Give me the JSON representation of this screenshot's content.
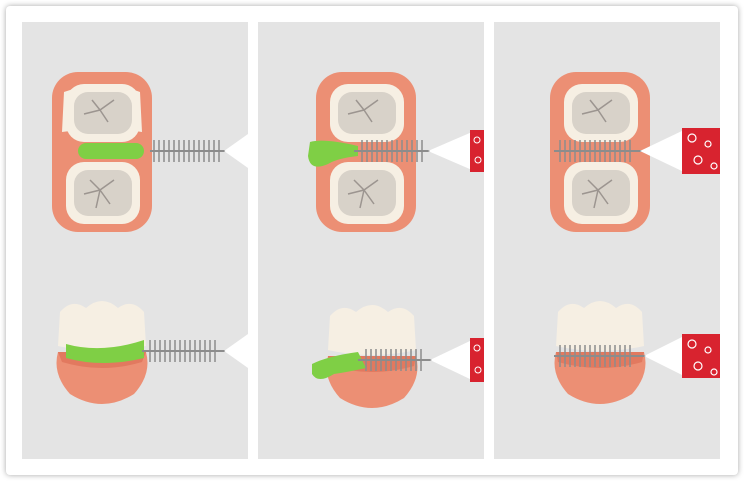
{
  "diagram": {
    "panel_count": 3,
    "views": [
      "occlusal-top-view",
      "side-view"
    ],
    "steps": [
      {
        "step": 1,
        "brush_inserted_fraction": 0.0,
        "plaque_visible": true
      },
      {
        "step": 2,
        "brush_inserted_fraction": 0.5,
        "plaque_visible": true
      },
      {
        "step": 3,
        "brush_inserted_fraction": 1.0,
        "plaque_visible": false
      }
    ],
    "colors": {
      "panel_background": "#e4e4e4",
      "gum": "#ec8f74",
      "gum_dark": "#d8644a",
      "tooth_enamel": "#f6efe3",
      "tooth_crown": "#d8d2c9",
      "fissure": "#9c9590",
      "plaque": "#7fcf45",
      "brush_wire": "#8c8c8c",
      "brush_handle_tip": "#ffffff",
      "brush_handle": "#d8232f",
      "handle_dots": "#ffffff"
    }
  }
}
